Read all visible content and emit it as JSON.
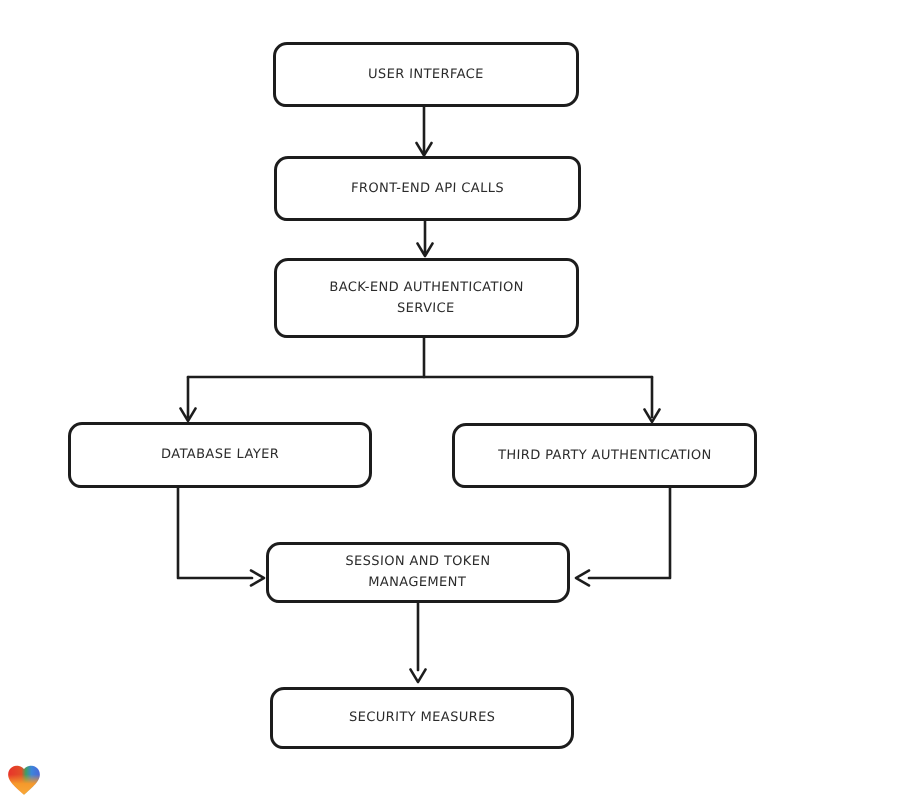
{
  "canvas": {
    "background": "#ffffff",
    "stroke_color": "#1c1c1c",
    "text_color": "#2b2b2b"
  },
  "diagram": {
    "type": "flowchart",
    "nodes": [
      {
        "id": "user-interface",
        "label": "USER INTERFACE"
      },
      {
        "id": "front-end-api-calls",
        "label": "FRONT-END API CALLS"
      },
      {
        "id": "back-end-auth-service",
        "label": "BACK-END AUTHENTICATION\nSERVICE"
      },
      {
        "id": "database-layer",
        "label": "DATABASE LAYER"
      },
      {
        "id": "third-party-authentication",
        "label": "THIRD PARTY AUTHENTICATION"
      },
      {
        "id": "session-token-management",
        "label": "SESSION AND TOKEN\nMANAGEMENT"
      },
      {
        "id": "security-measures",
        "label": "SECURITY MEASURES"
      }
    ],
    "edges": [
      {
        "from": "user-interface",
        "to": "front-end-api-calls"
      },
      {
        "from": "front-end-api-calls",
        "to": "back-end-auth-service"
      },
      {
        "from": "back-end-auth-service",
        "to": "database-layer"
      },
      {
        "from": "back-end-auth-service",
        "to": "third-party-authentication"
      },
      {
        "from": "database-layer",
        "to": "session-token-management"
      },
      {
        "from": "third-party-authentication",
        "to": "session-token-management"
      },
      {
        "from": "session-token-management",
        "to": "security-measures"
      }
    ]
  },
  "branding": {
    "logo": "heart-logo",
    "heart_colors": [
      "#e8332a",
      "#3d9f63",
      "#3c85db",
      "#f6992b"
    ]
  }
}
